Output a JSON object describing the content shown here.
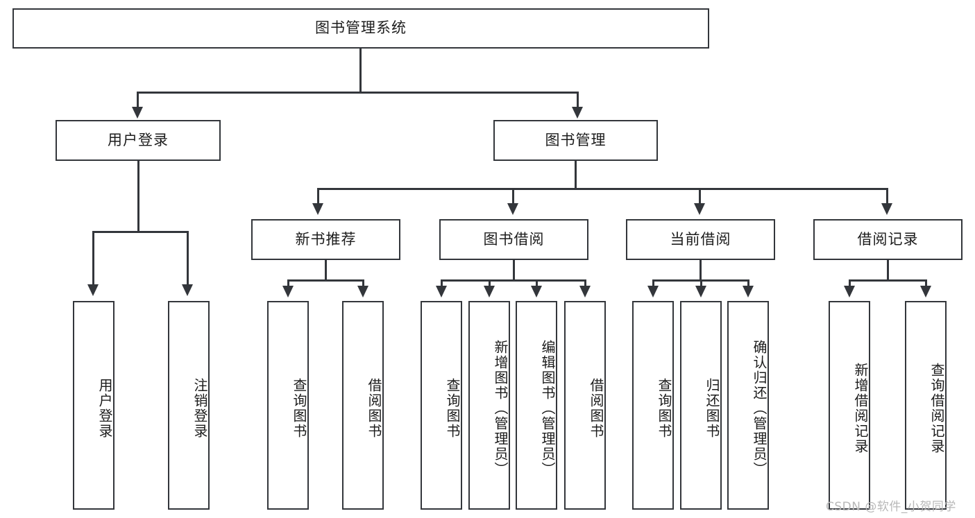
{
  "diagram": {
    "type": "hierarchy-tree",
    "title": "图书管理系统",
    "root": {
      "label": "图书管理系统"
    },
    "level2": [
      {
        "label": "用户登录"
      },
      {
        "label": "图书管理"
      }
    ],
    "level3": [
      {
        "label": "新书推荐"
      },
      {
        "label": "图书借阅"
      },
      {
        "label": "当前借阅"
      },
      {
        "label": "借阅记录"
      }
    ],
    "leaves": {
      "user_login": [
        {
          "label": "用户登录"
        },
        {
          "label": "注销登录"
        }
      ],
      "new_book_recommend": [
        {
          "label": "查询图书"
        },
        {
          "label": "借阅图书"
        }
      ],
      "book_borrow": [
        {
          "label": "查询图书"
        },
        {
          "label": "新增图书（管理员）"
        },
        {
          "label": "编辑图书（管理员）"
        },
        {
          "label": "借阅图书"
        }
      ],
      "current_borrow": [
        {
          "label": "查询图书"
        },
        {
          "label": "归还图书"
        },
        {
          "label": "确认归还（管理员）"
        }
      ],
      "borrow_records": [
        {
          "label": "新增借阅记录"
        },
        {
          "label": "查询借阅记录"
        }
      ]
    }
  },
  "watermark": {
    "text": "CSDN @软件_小贺同学"
  },
  "colors": {
    "stroke": "#33363b",
    "background": "#ffffff",
    "text": "#1c1c1c",
    "watermark": "#b8b8b8"
  }
}
